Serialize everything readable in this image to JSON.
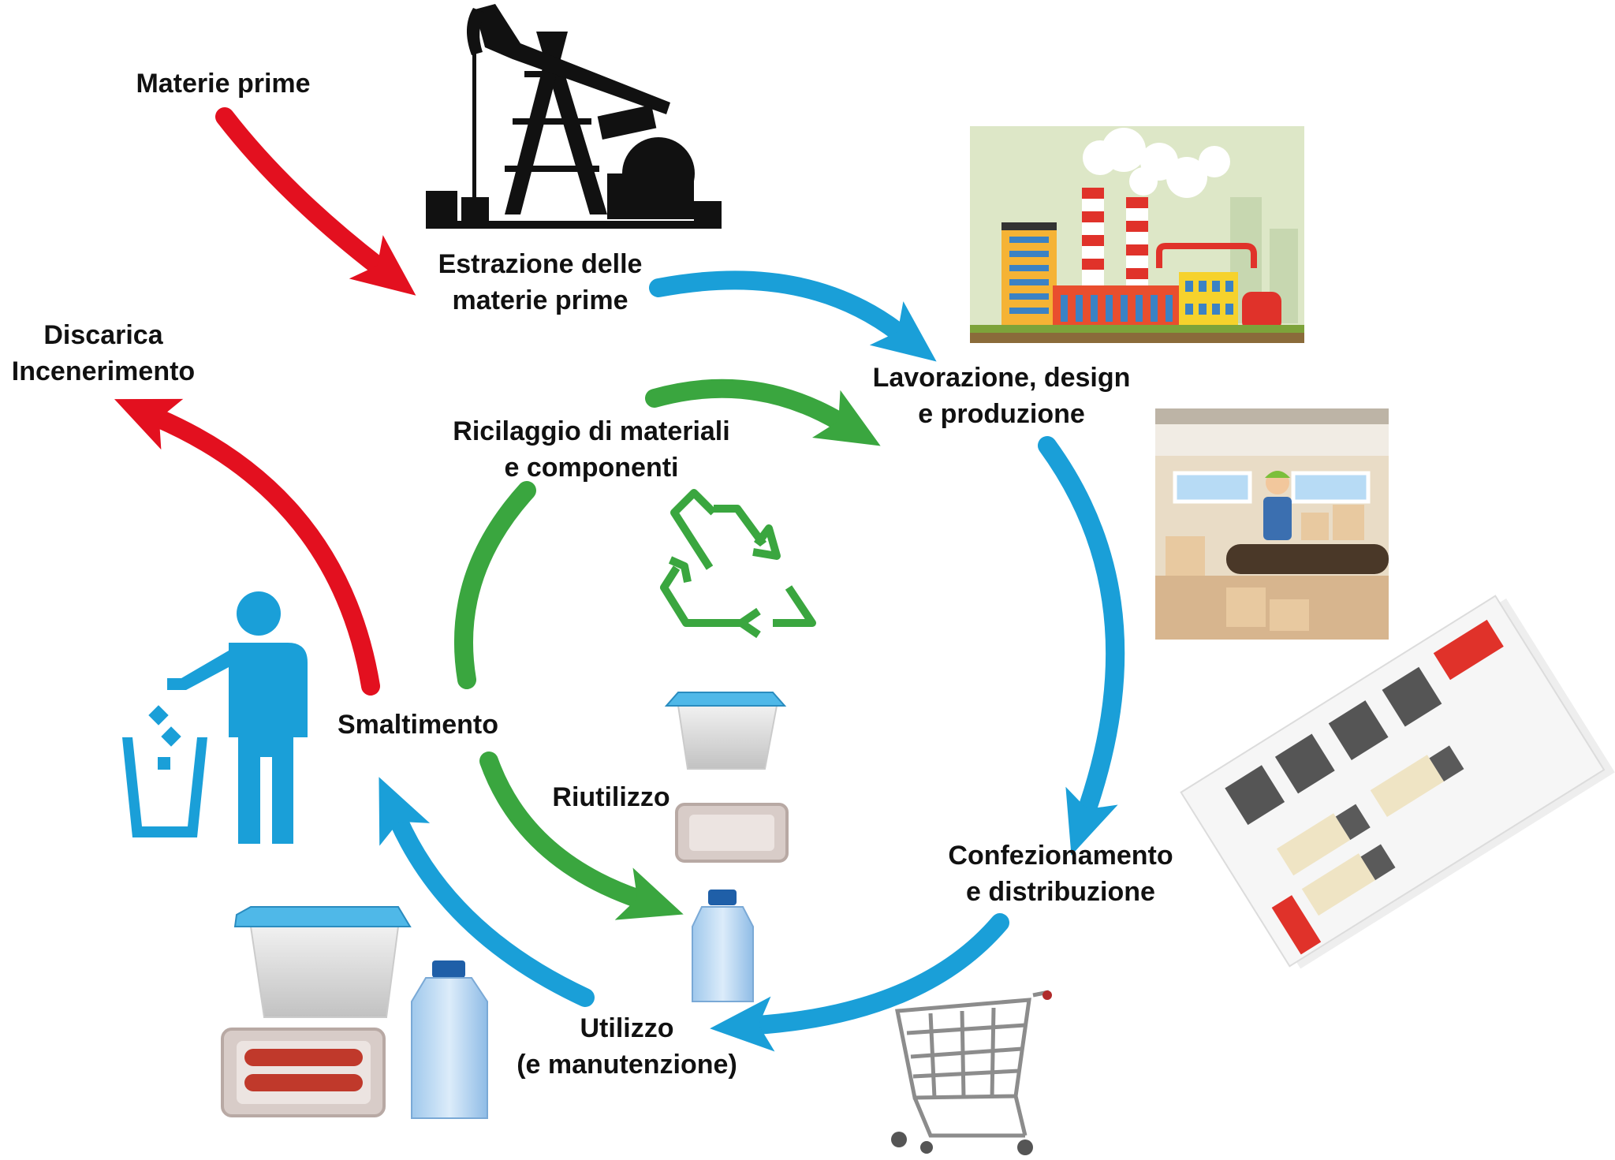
{
  "colors": {
    "linear": "#e3101f",
    "lifecycle": "#1a9fd8",
    "circular": "#3aa63f",
    "person": "#1a9fd8",
    "text": "#111111"
  },
  "stages": {
    "raw_materials": "Materie prime",
    "extraction": [
      "Estrazione delle",
      "materie prime"
    ],
    "processing": [
      "Lavorazione, design",
      "e produzione"
    ],
    "packaging": [
      "Confezionamento",
      "e distribuzione"
    ],
    "use": [
      "Utilizzo",
      "(e manutenzione)"
    ],
    "disposal": "Smaltimento",
    "landfill": [
      "Discarica",
      "Incenerimento"
    ],
    "recycling": [
      "Ricilaggio di materiali",
      "e componenti"
    ],
    "reuse": "Riutilizzo"
  },
  "icons": {
    "pumpjack": "oil-pumpjack-icon",
    "factory": "factory-icon",
    "worker": "factory-worker-icon",
    "warehouse": "warehouse-trucks-icon",
    "cart": "shopping-cart-icon",
    "person_bin": "person-disposing-waste-icon",
    "recycle": "recycle-icon",
    "containers": "plastic-containers-icon"
  }
}
